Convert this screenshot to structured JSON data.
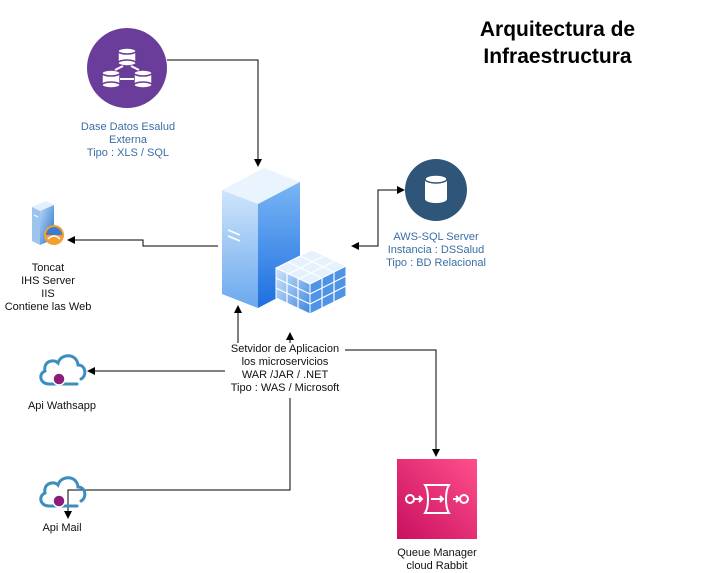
{
  "title": [
    "Arquitectura de",
    "Infraestructura"
  ],
  "nodes": {
    "external_db": {
      "lines": [
        "Dase Datos Esalud",
        "Externa",
        "Tipo : XLS / SQL"
      ],
      "icon": "database-cluster-icon",
      "color": "#6a3d9a"
    },
    "aws_sql": {
      "lines": [
        "AWS-SQL Server",
        "Instancia : DSSalud",
        "Tipo : BD Relacional"
      ],
      "icon": "database-icon",
      "color": "#2f5678"
    },
    "tomcat": {
      "lines": [
        "Toncat",
        "IHS Server",
        "IIS",
        "Contiene las Web"
      ],
      "icon": "web-server-icon"
    },
    "app_server": {
      "lines": [
        "Setvidor de Aplicacion",
        "los microservicios",
        "WAR /JAR / .NET",
        "Tipo : WAS / Microsoft"
      ],
      "icon": "application-server-icon",
      "color": "#2b7de9"
    },
    "api_whatsapp": {
      "lines": [
        "Api Wathsapp"
      ],
      "icon": "cloud-api-icon",
      "color": "#3a8fc0"
    },
    "api_mail": {
      "lines": [
        "Api Mail"
      ],
      "icon": "cloud-api-icon",
      "color": "#3a8fc0"
    },
    "queue": {
      "lines": [
        "Queue Manager",
        "cloud Rabbit"
      ],
      "icon": "queue-manager-icon",
      "color": "#e7157b"
    }
  }
}
